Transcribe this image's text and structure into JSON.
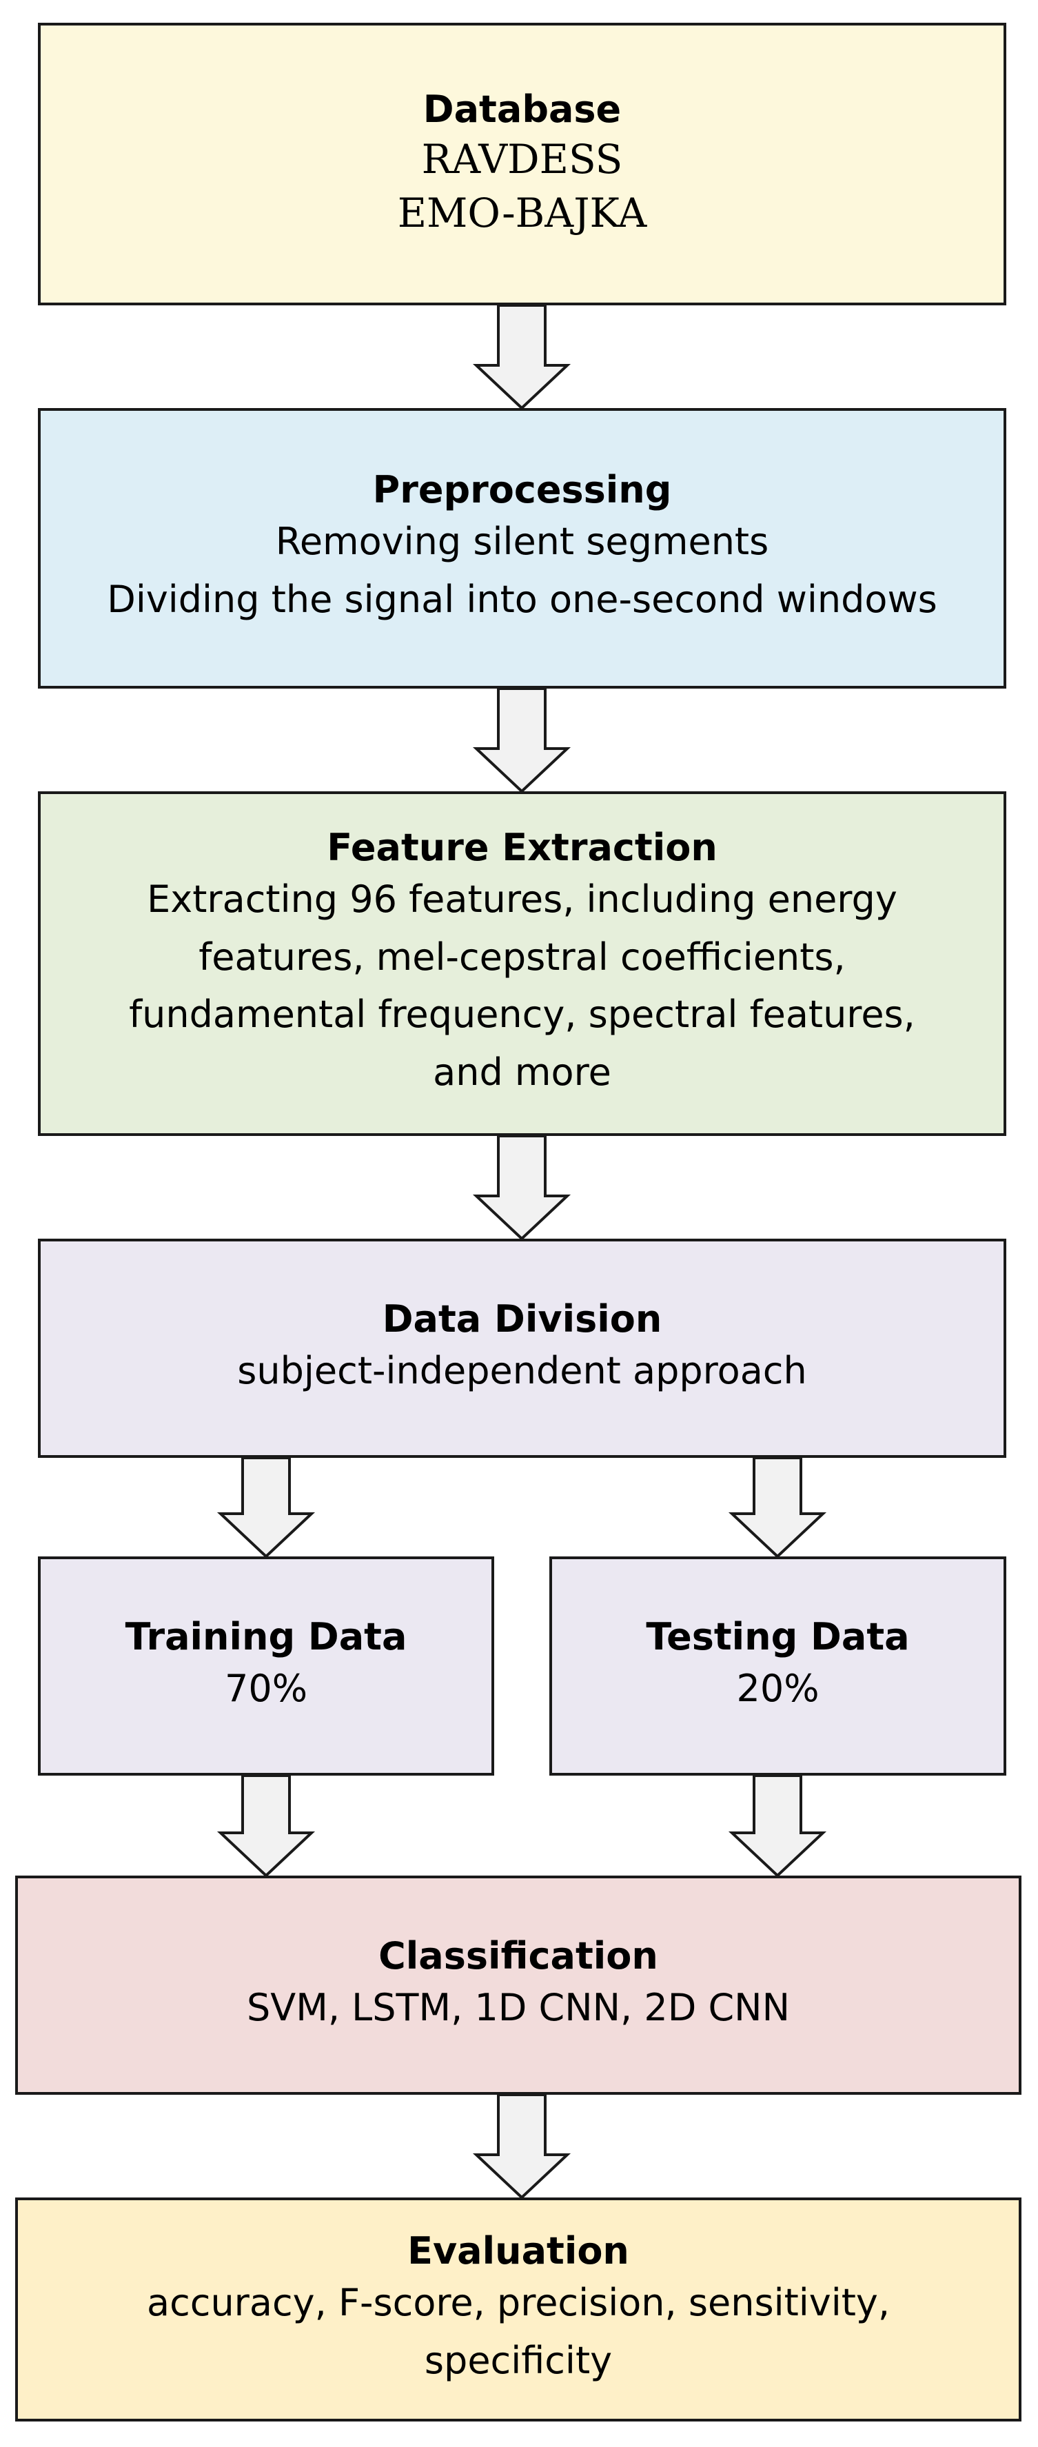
{
  "database": {
    "title": "Database",
    "lines": [
      "RAVDESS",
      "EMO-BAJKA"
    ],
    "color": "#fdf8dc"
  },
  "preprocessing": {
    "title": "Preprocessing",
    "lines": [
      "Removing silent segments",
      "Dividing the signal into one-second windows"
    ],
    "color": "#ddeef6"
  },
  "feature_extraction": {
    "title": "Feature Extraction",
    "lines": [
      "Extracting 96 features, including energy",
      "features, mel-cepstral coefficients,",
      "fundamental frequency, spectral features,",
      "and more"
    ],
    "color": "#e6efdb"
  },
  "data_division": {
    "title": "Data Division",
    "lines": [
      "subject-independent approach"
    ],
    "color": "#ebe8f2"
  },
  "training": {
    "title": "Training Data",
    "lines": [
      "70%"
    ],
    "color": "#ebe8f2"
  },
  "testing": {
    "title": "Testing Data",
    "lines": [
      "20%"
    ],
    "color": "#ebe8f2"
  },
  "classification": {
    "title": "Classification",
    "lines": [
      "SVM, LSTM, 1D CNN, 2D CNN"
    ],
    "color": "#f2dcdb"
  },
  "evaluation": {
    "title": "Evaluation",
    "lines": [
      "accuracy, F-score, precision, sensitivity,",
      "specificity"
    ],
    "color": "#fef0c8"
  }
}
